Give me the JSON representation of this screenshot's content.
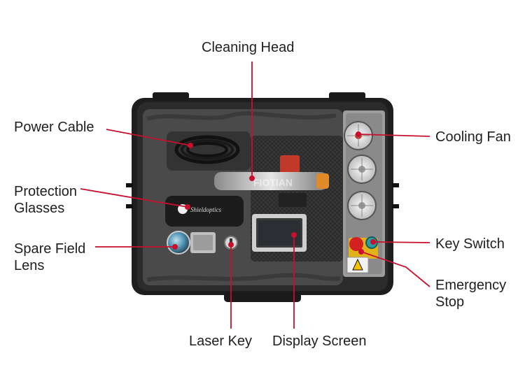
{
  "labels": {
    "cleaning_head": "Cleaning Head",
    "power_cable": "Power Cable",
    "cooling_fan": "Cooling Fan",
    "protection_glasses_line1": "Protection",
    "protection_glasses_line2": "Glasses",
    "key_switch": "Key Switch",
    "spare_field_lens_line1": "Spare Field",
    "spare_field_lens_line2": "Lens",
    "emergency_stop_line1": "Emergency",
    "emergency_stop_line2": "Stop",
    "laser_key": "Laser Key",
    "display_screen": "Display Screen"
  },
  "device_text": {
    "brand_lettering": "FIOTIAN",
    "glasses_case_logo": "Shieldoptics"
  },
  "colors": {
    "leader_line": "#c8102e",
    "leader_dot": "#c8102e",
    "case_shell": "#2a2a2a",
    "case_lining": "#4d4d4d"
  }
}
